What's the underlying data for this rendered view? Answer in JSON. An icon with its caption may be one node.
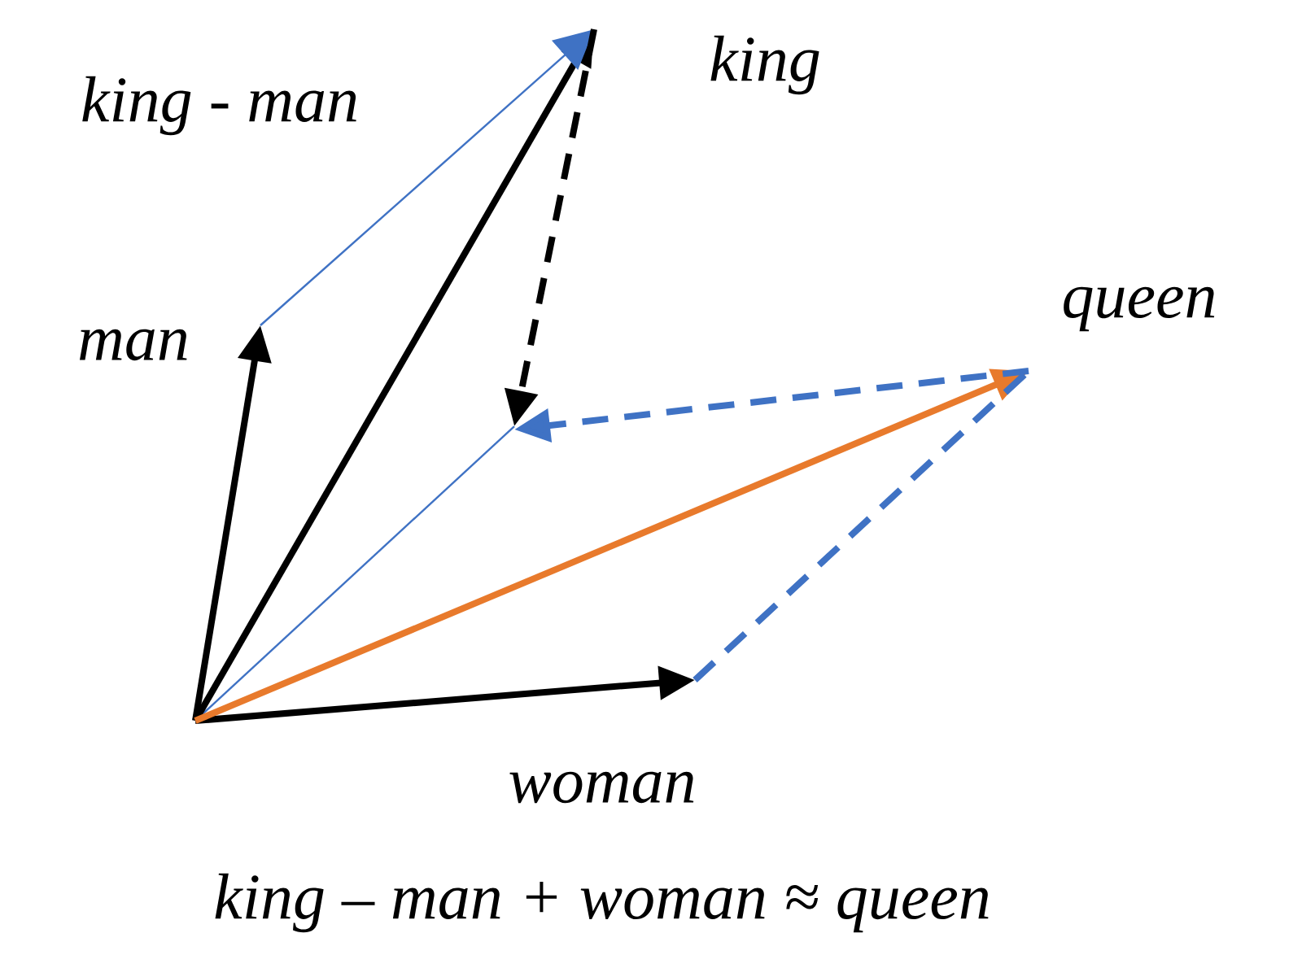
{
  "diagram": {
    "nodes": [
      {
        "text": [
          "king"
        ]
      },
      {
        "text": [
          "man"
        ]
      },
      {
        "text": [
          "queen"
        ]
      },
      {
        "text": [
          "woman"
        ]
      }
    ],
    "edges": [
      {
        "from": null,
        "to": 1,
        "arrow": "to"
      },
      {
        "from": null,
        "to": 0,
        "arrow": "to"
      },
      {
        "from": null,
        "to": 3,
        "arrow": "to"
      },
      {
        "from": null,
        "to": 2,
        "arrow": "to",
        "color": "#e87a2c"
      },
      {
        "from": 1,
        "to": 0,
        "arrow": "to",
        "color": "#3f72c4",
        "label": "king - man"
      },
      {
        "from": 0,
        "to": null,
        "arrow": "to",
        "style": "dashed"
      },
      {
        "from": 2,
        "to": null,
        "arrow": "to",
        "style": "dashed",
        "color": "#3f72c4"
      },
      {
        "from": 3,
        "to": 2,
        "arrow": "none",
        "style": "dashed",
        "color": "#3f72c4"
      }
    ],
    "labels": [
      "king – man + woman ≈ queen"
    ]
  }
}
